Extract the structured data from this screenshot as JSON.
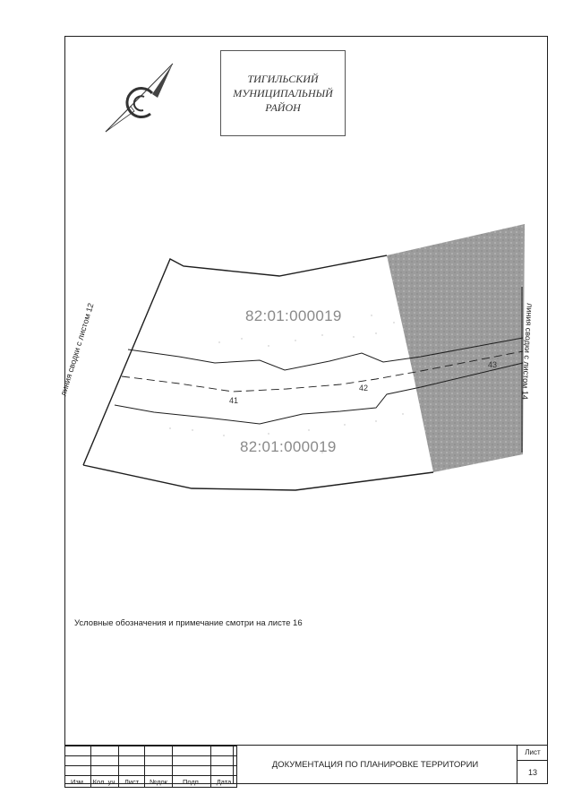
{
  "district": {
    "line1": "ТИГИЛЬСКИЙ",
    "line2": "МУНИЦИПАЛЬНЫЙ",
    "line3": "РАЙОН"
  },
  "map": {
    "parcel_top": "82:01:000019",
    "parcel_bottom": "82:01:000019",
    "point_41": "41",
    "point_42": "42",
    "point_43": "43",
    "link_left": "линия сводки с листом 12",
    "link_right": "линия сводки с листом 14",
    "colors": {
      "shaded_area": "#a0a0a0",
      "lines": "#1e1e1e"
    }
  },
  "note": "Условные обозначения и примечание смотри на листе 16",
  "stamp": {
    "headers": [
      "Изм.",
      "Кол. уч.",
      "Лист",
      "№док",
      "Подп.",
      "Дата"
    ],
    "document_title": "ДОКУМЕНТАЦИЯ ПО ПЛАНИРОВКЕ ТЕРРИТОРИИ",
    "sheet_label": "Лист",
    "sheet_number": "13"
  }
}
